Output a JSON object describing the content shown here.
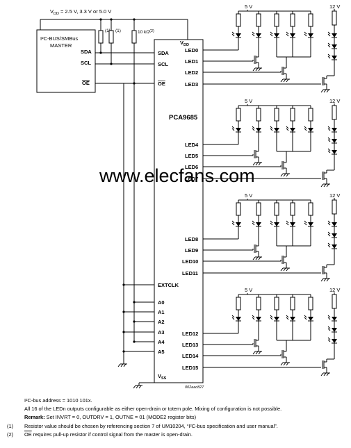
{
  "supply_label": "V",
  "supply_sub": "DD",
  "supply_values": "= 2.5 V, 3.3 V or 5.0 V",
  "master": {
    "title_l1": "I²C-BUS/SMBus",
    "title_l2": "MASTER",
    "pins": [
      "SDA",
      "SCL",
      "OE"
    ]
  },
  "pullups": {
    "r1_note": "(1)",
    "r2_note": "(1)",
    "r3_label": "10 kΩ",
    "r3_note": "(2)"
  },
  "chip": {
    "name": "PCA9685",
    "vdd": "V",
    "vdd_sub": "DD",
    "vss": "V",
    "vss_sub": "SS",
    "left_pins": [
      "SDA",
      "SCL",
      "OE"
    ],
    "addr_pins": [
      "EXTCLK",
      "A0",
      "A1",
      "A2",
      "A3",
      "A4",
      "A5"
    ],
    "led_pins": [
      "LED0",
      "LED1",
      "LED2",
      "LED3",
      "LED4",
      "LED5",
      "LED6",
      "LED7",
      "LED8",
      "LED9",
      "LED10",
      "LED11",
      "LED12",
      "LED13",
      "LED14",
      "LED15"
    ],
    "code": "002aac827"
  },
  "rail_5v": "5 V",
  "rail_12v": "12 V",
  "watermark": "www.elecfans.com",
  "notes": {
    "address": "I²C-bus address = 1010 101x.",
    "config": "All 16 of the LEDn outputs configurable as either open-drain or totem pole. Mixing of configuration is not possible.",
    "remark_label": "Remark:",
    "remark_text": "Set INVRT = 0, OUTDRV = 1, OUTNE = 01 (MODE2 register bits)",
    "fn1_num": "(1)",
    "fn1_text": "Resistor value should be chosen by referencing section 7 of UM10204, “I²C-bus specification and user manual”.",
    "fn2_num": "(2)",
    "fn2_oe": "OE",
    "fn2_text": " requires pull-up resistor if control signal from the master is open-drain."
  }
}
